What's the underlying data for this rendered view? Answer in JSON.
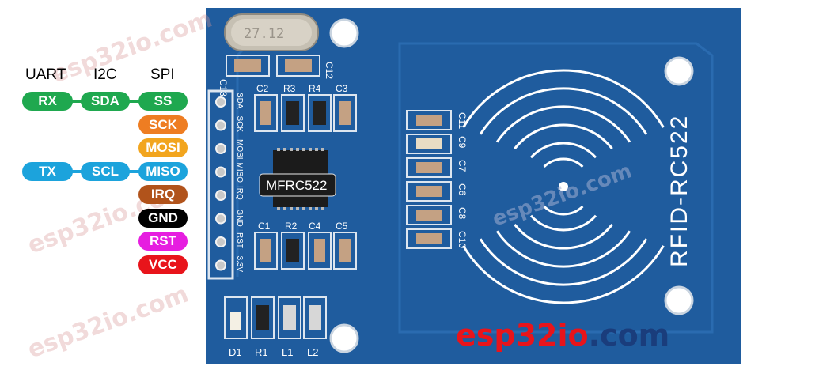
{
  "headers": {
    "uart": "UART",
    "i2c": "I2C",
    "spi": "SPI"
  },
  "pins": [
    {
      "id": "ss",
      "label": "SS",
      "color": "#1fa84f"
    },
    {
      "id": "sck",
      "label": "SCK",
      "color": "#ee7d22"
    },
    {
      "id": "mosi",
      "label": "MOSI",
      "color": "#f2a51e"
    },
    {
      "id": "miso",
      "label": "MISO",
      "color": "#1ca3dc"
    },
    {
      "id": "irq",
      "label": "IRQ",
      "color": "#b1531b"
    },
    {
      "id": "gnd",
      "label": "GND",
      "color": "#000000"
    },
    {
      "id": "rst",
      "label": "RST",
      "color": "#e61ee0"
    },
    {
      "id": "vcc",
      "label": "VCC",
      "color": "#e8141b"
    }
  ],
  "uart_pins": [
    {
      "id": "rx",
      "label": "RX",
      "color": "#1fa84f"
    },
    {
      "id": "tx",
      "label": "TX",
      "color": "#1ca3dc"
    }
  ],
  "i2c_pins": [
    {
      "id": "sda",
      "label": "SDA",
      "color": "#1fa84f"
    },
    {
      "id": "scl",
      "label": "SCL",
      "color": "#1ca3dc"
    }
  ],
  "board": {
    "color": "#1f5c9e",
    "chip_label": "MFRC522",
    "model_label": "RFID-RC522",
    "crystal_label": "27.12",
    "pin_silkscreen": [
      "SDA",
      "SCK",
      "MOSI",
      "MISO",
      "IRQ",
      "GND",
      "RST",
      "3.3V"
    ],
    "component_labels": {
      "c13": "C13",
      "c12": "C12",
      "c2": "C2",
      "r3": "R3",
      "r4": "R4",
      "c3": "C3",
      "c1": "C1",
      "r2": "R2",
      "c4": "C4",
      "c5": "C5",
      "d1": "D1",
      "r1": "R1",
      "l1": "L1",
      "l2": "L2",
      "c11": "C11",
      "c9": "C9",
      "c7": "C7",
      "c6": "C6",
      "c8": "C8",
      "c10": "C10"
    }
  },
  "watermark": "esp32io.com",
  "brand": {
    "part1": "esp32io",
    "part2": ".com",
    "color1": "#e8141b",
    "color2": "#1a3d7c"
  }
}
